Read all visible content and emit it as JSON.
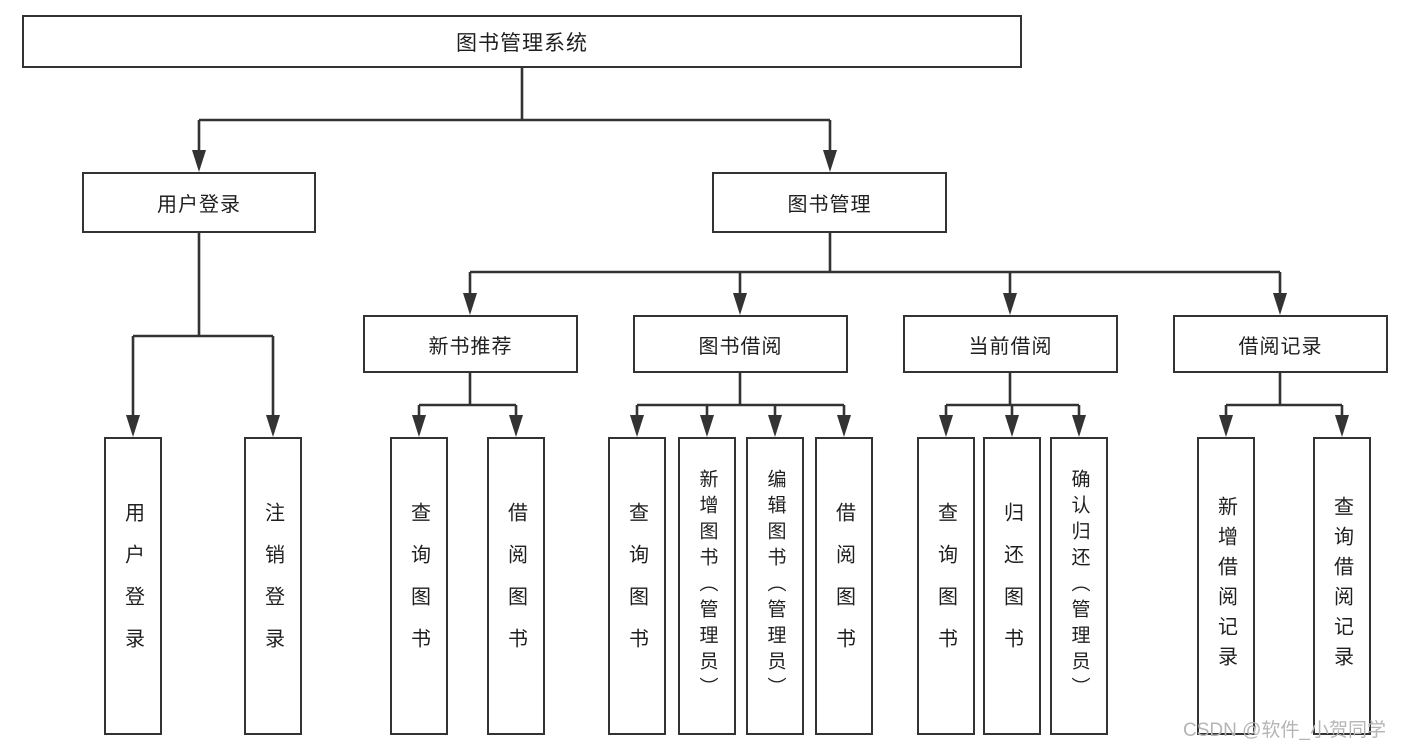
{
  "tree": {
    "root": "图书管理系统",
    "branches": [
      {
        "label": "用户登录",
        "children": [
          "用户登录",
          "注销登录"
        ]
      },
      {
        "label": "图书管理",
        "children": [
          {
            "label": "新书推荐",
            "children": [
              "查询图书",
              "借阅图书"
            ]
          },
          {
            "label": "图书借阅",
            "children": [
              "查询图书",
              "新增图书（管理员）",
              "编辑图书（管理员）",
              "借阅图书"
            ]
          },
          {
            "label": "当前借阅",
            "children": [
              "查询图书",
              "归还图书",
              "确认归还（管理员）"
            ]
          },
          {
            "label": "借阅记录",
            "children": [
              "新增借阅记录",
              "查询借阅记录"
            ]
          }
        ]
      }
    ]
  },
  "watermark": "CSDN @软件_小贺同学",
  "colors": {
    "line": "#333333",
    "box_border": "#333333",
    "text": "#1f1f1f",
    "watermark": "#b5b5b5",
    "background": "#ffffff"
  }
}
